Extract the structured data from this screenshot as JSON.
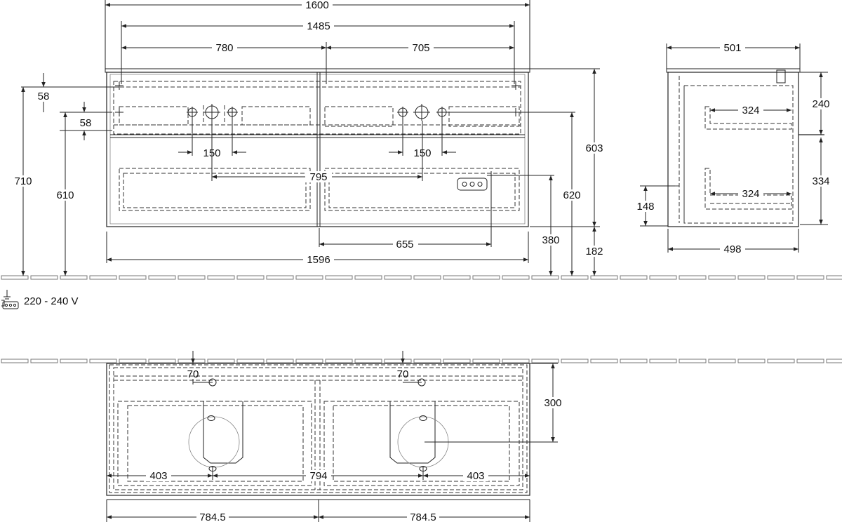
{
  "dimensions": {
    "front_total_width": "1600",
    "front_inner_width": "1485",
    "front_left_span": "780",
    "front_right_span": "705",
    "left_58_top": "58",
    "left_58_bottom": "58",
    "height_710": "710",
    "height_610": "610",
    "tap_spacing_left": "150",
    "tap_spacing_right": "150",
    "basin_center_distance": "795",
    "height_603": "603",
    "height_620": "620",
    "socket_offset": "655",
    "height_380": "380",
    "height_182": "182",
    "base_width": "1596",
    "side_depth": "501",
    "side_depth_inner": "498",
    "side_upper_drawer_depth": "324",
    "side_lower_drawer_depth": "324",
    "side_upper_height": "240",
    "side_lower_height": "334",
    "side_bottom_height": "148",
    "plan_left_offset": "70",
    "plan_right_offset": "70",
    "plan_depth": "300",
    "plan_left_drain": "403",
    "plan_center": "794",
    "plan_right_drain": "403",
    "plan_left_half": "784.5",
    "plan_right_half": "784.5"
  },
  "electrical": {
    "voltage_label": "220 - 240 V",
    "icon": "power-socket-icon"
  }
}
